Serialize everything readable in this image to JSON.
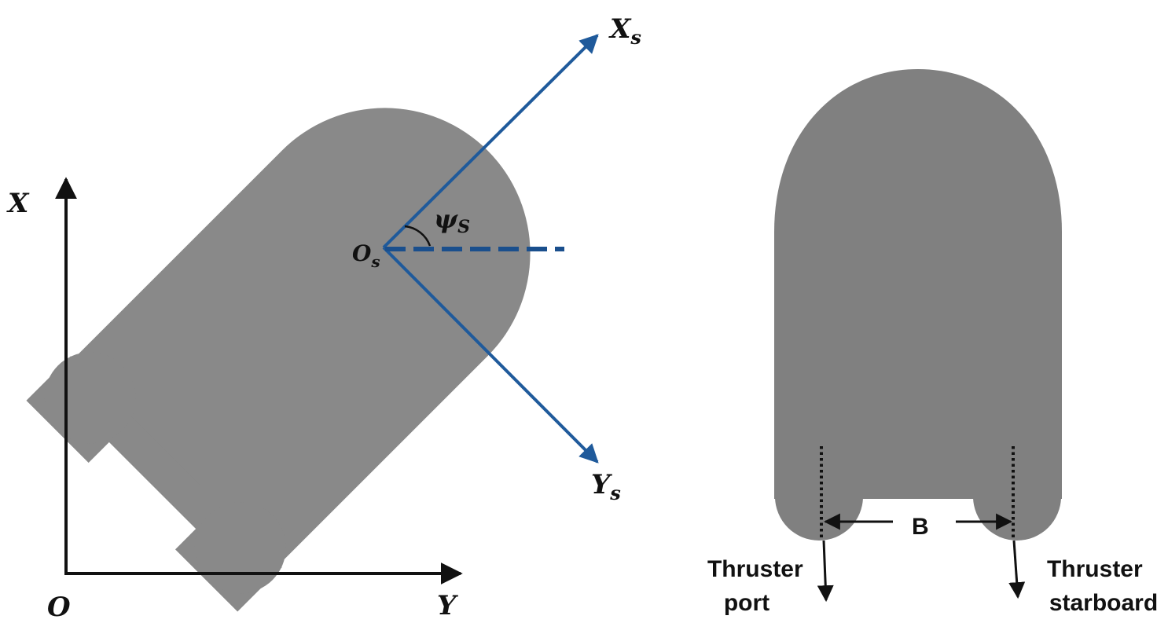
{
  "colors": {
    "hull": "#898989",
    "hull_right": "#808080",
    "body_axis": "#1f5a9b",
    "dashed_ref": "#1a4f8d",
    "ink": "#111111"
  },
  "left_panel": {
    "world_x_main": "X",
    "world_y_main": "Y",
    "world_origin_main": "O",
    "body_x_main": "X",
    "body_x_sub": "s",
    "body_y_main": "Y",
    "body_y_sub": "s",
    "body_origin_main": "O",
    "body_origin_sub": "s",
    "heading_main": "ψ",
    "heading_sub": "S"
  },
  "right_panel": {
    "beam_label": "B",
    "port_line1": "Thruster",
    "port_line2": "port",
    "starboard_line1": "Thruster",
    "starboard_line2": "starboard"
  }
}
